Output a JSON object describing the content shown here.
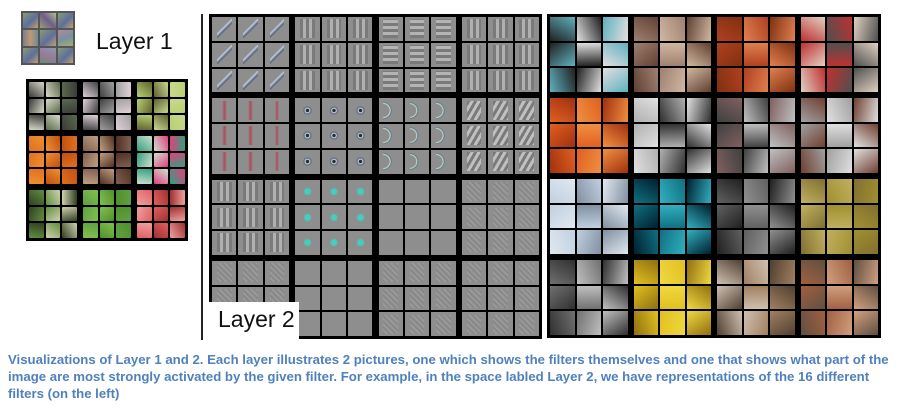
{
  "figure": {
    "layer1_title": "Layer 1",
    "layer2_title": "Layer 2",
    "caption": "Visualizations of Layer 1 and 2. Each layer illustrates 2 pictures, one which shows the filters themselves and one that shows what part of the image are most strongly activated by the given filter. For example, in the space labled Layer 2, we have representations of the 16 different filters (on the left)"
  },
  "colors": {
    "caption": "#4f81bd",
    "grid_background": "#000000",
    "filter_gray": "#8e8e8e"
  }
}
